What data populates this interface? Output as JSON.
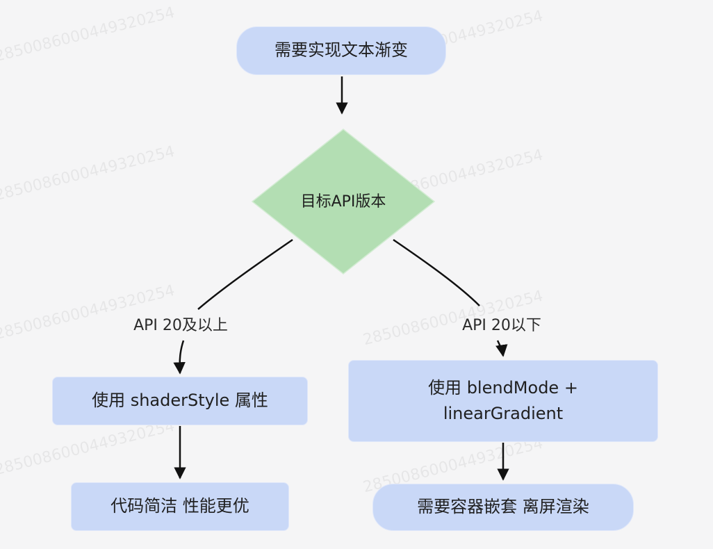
{
  "watermark": "2850086000449320254",
  "nodes": {
    "start": "需要实现文本渐变",
    "decision": "目标API版本",
    "left_action": "使用 shaderStyle 属性",
    "left_result": "代码简洁 性能更优",
    "right_action_line1": "使用 blendMode +",
    "right_action_line2": "linearGradient",
    "right_result": "需要容器嵌套 离屏渲染"
  },
  "edges": {
    "left_label": "API 20及以上",
    "right_label": "API 20以下"
  },
  "colors": {
    "node_fill": "#c9d8f7",
    "decision_fill": "#b3deb3",
    "line": "#111111",
    "background": "#f5f5f6"
  }
}
